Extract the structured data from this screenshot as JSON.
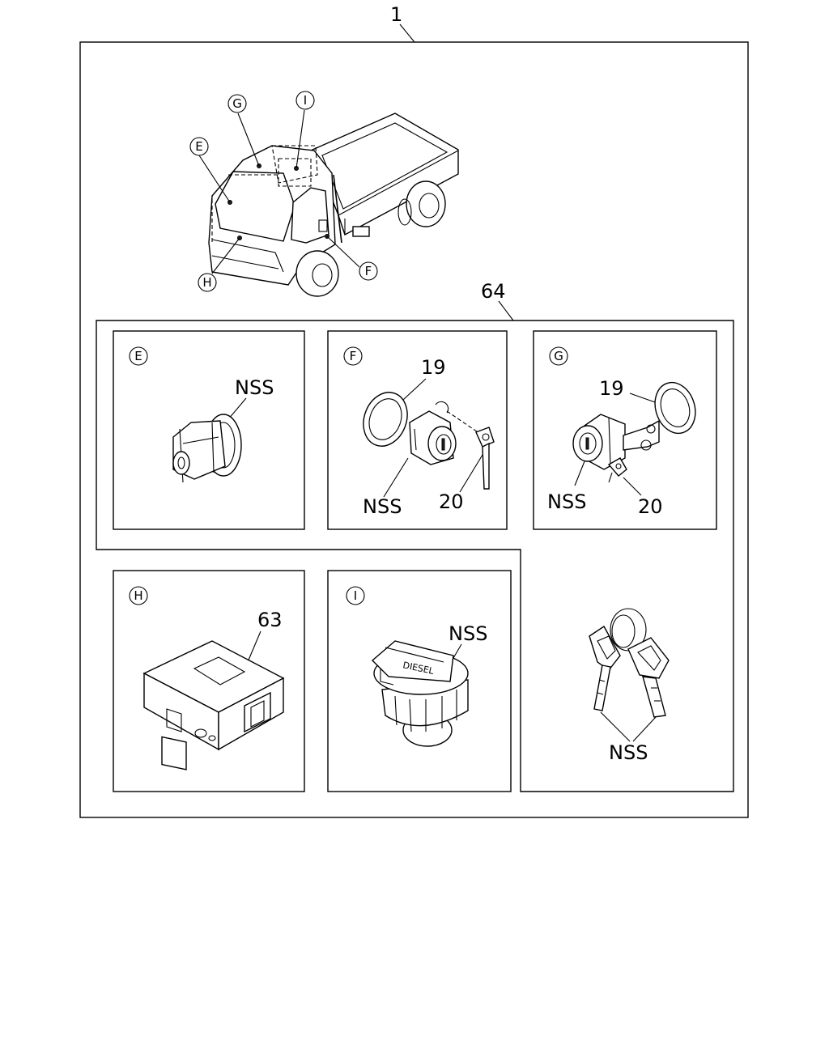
{
  "labels": {
    "assembly": "1",
    "kit": "64",
    "nss_e": "NSS",
    "num_19_f": "19",
    "nss_f": "NSS",
    "num_20_f": "20",
    "num_19_g": "19",
    "nss_g": "NSS",
    "num_20_g": "20",
    "num_63": "63",
    "nss_i": "NSS",
    "nss_keys": "NSS"
  },
  "callouts": {
    "e": "E",
    "f": "F",
    "g": "G",
    "h": "H",
    "i": "I"
  },
  "cap_text": "DIESEL"
}
